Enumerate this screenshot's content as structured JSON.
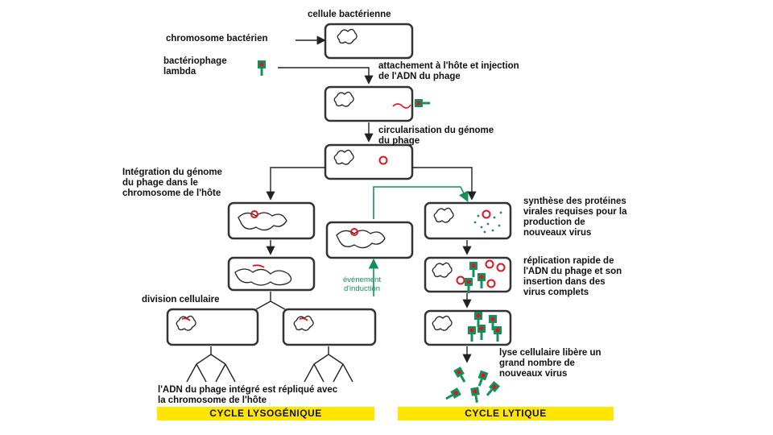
{
  "labels": {
    "cellule": "cellule bactérienne",
    "chromosome": "chromosome bactérien",
    "bacteriophage": "bactériophage\nlambda",
    "attachement": "attachement à l'hôte et injection\nde l'ADN du phage",
    "circularisation": "circularisation du génome\ndu phage",
    "integration": "Intégration du génome\ndu phage dans le\nchromosome de l'hôte",
    "synthese": "synthèse des protéines\nvirales requises pour la\nproduction de\nnouveaux virus",
    "evenement": "événement\nd'induction",
    "replication": "réplication rapide de\nl'ADN du phage et son\ninsertion dans des\nvirus complets",
    "division": "division cellulaire",
    "lyse": "lyse cellulaire libère un\ngrand nombre de\nnouveaux virus",
    "adn_replique": "l'ADN du phage intégré est répliqué avec\nla chromosome de l'hôte"
  },
  "banners": {
    "lysogenique": "CYCLE LYSOGÉNIQUE",
    "lytique": "CYCLE LYTIQUE"
  },
  "colors": {
    "phage_green": "#13905a",
    "dna_red": "#e0141e",
    "banner_yellow": "#ffe600",
    "outline": "#333333"
  }
}
